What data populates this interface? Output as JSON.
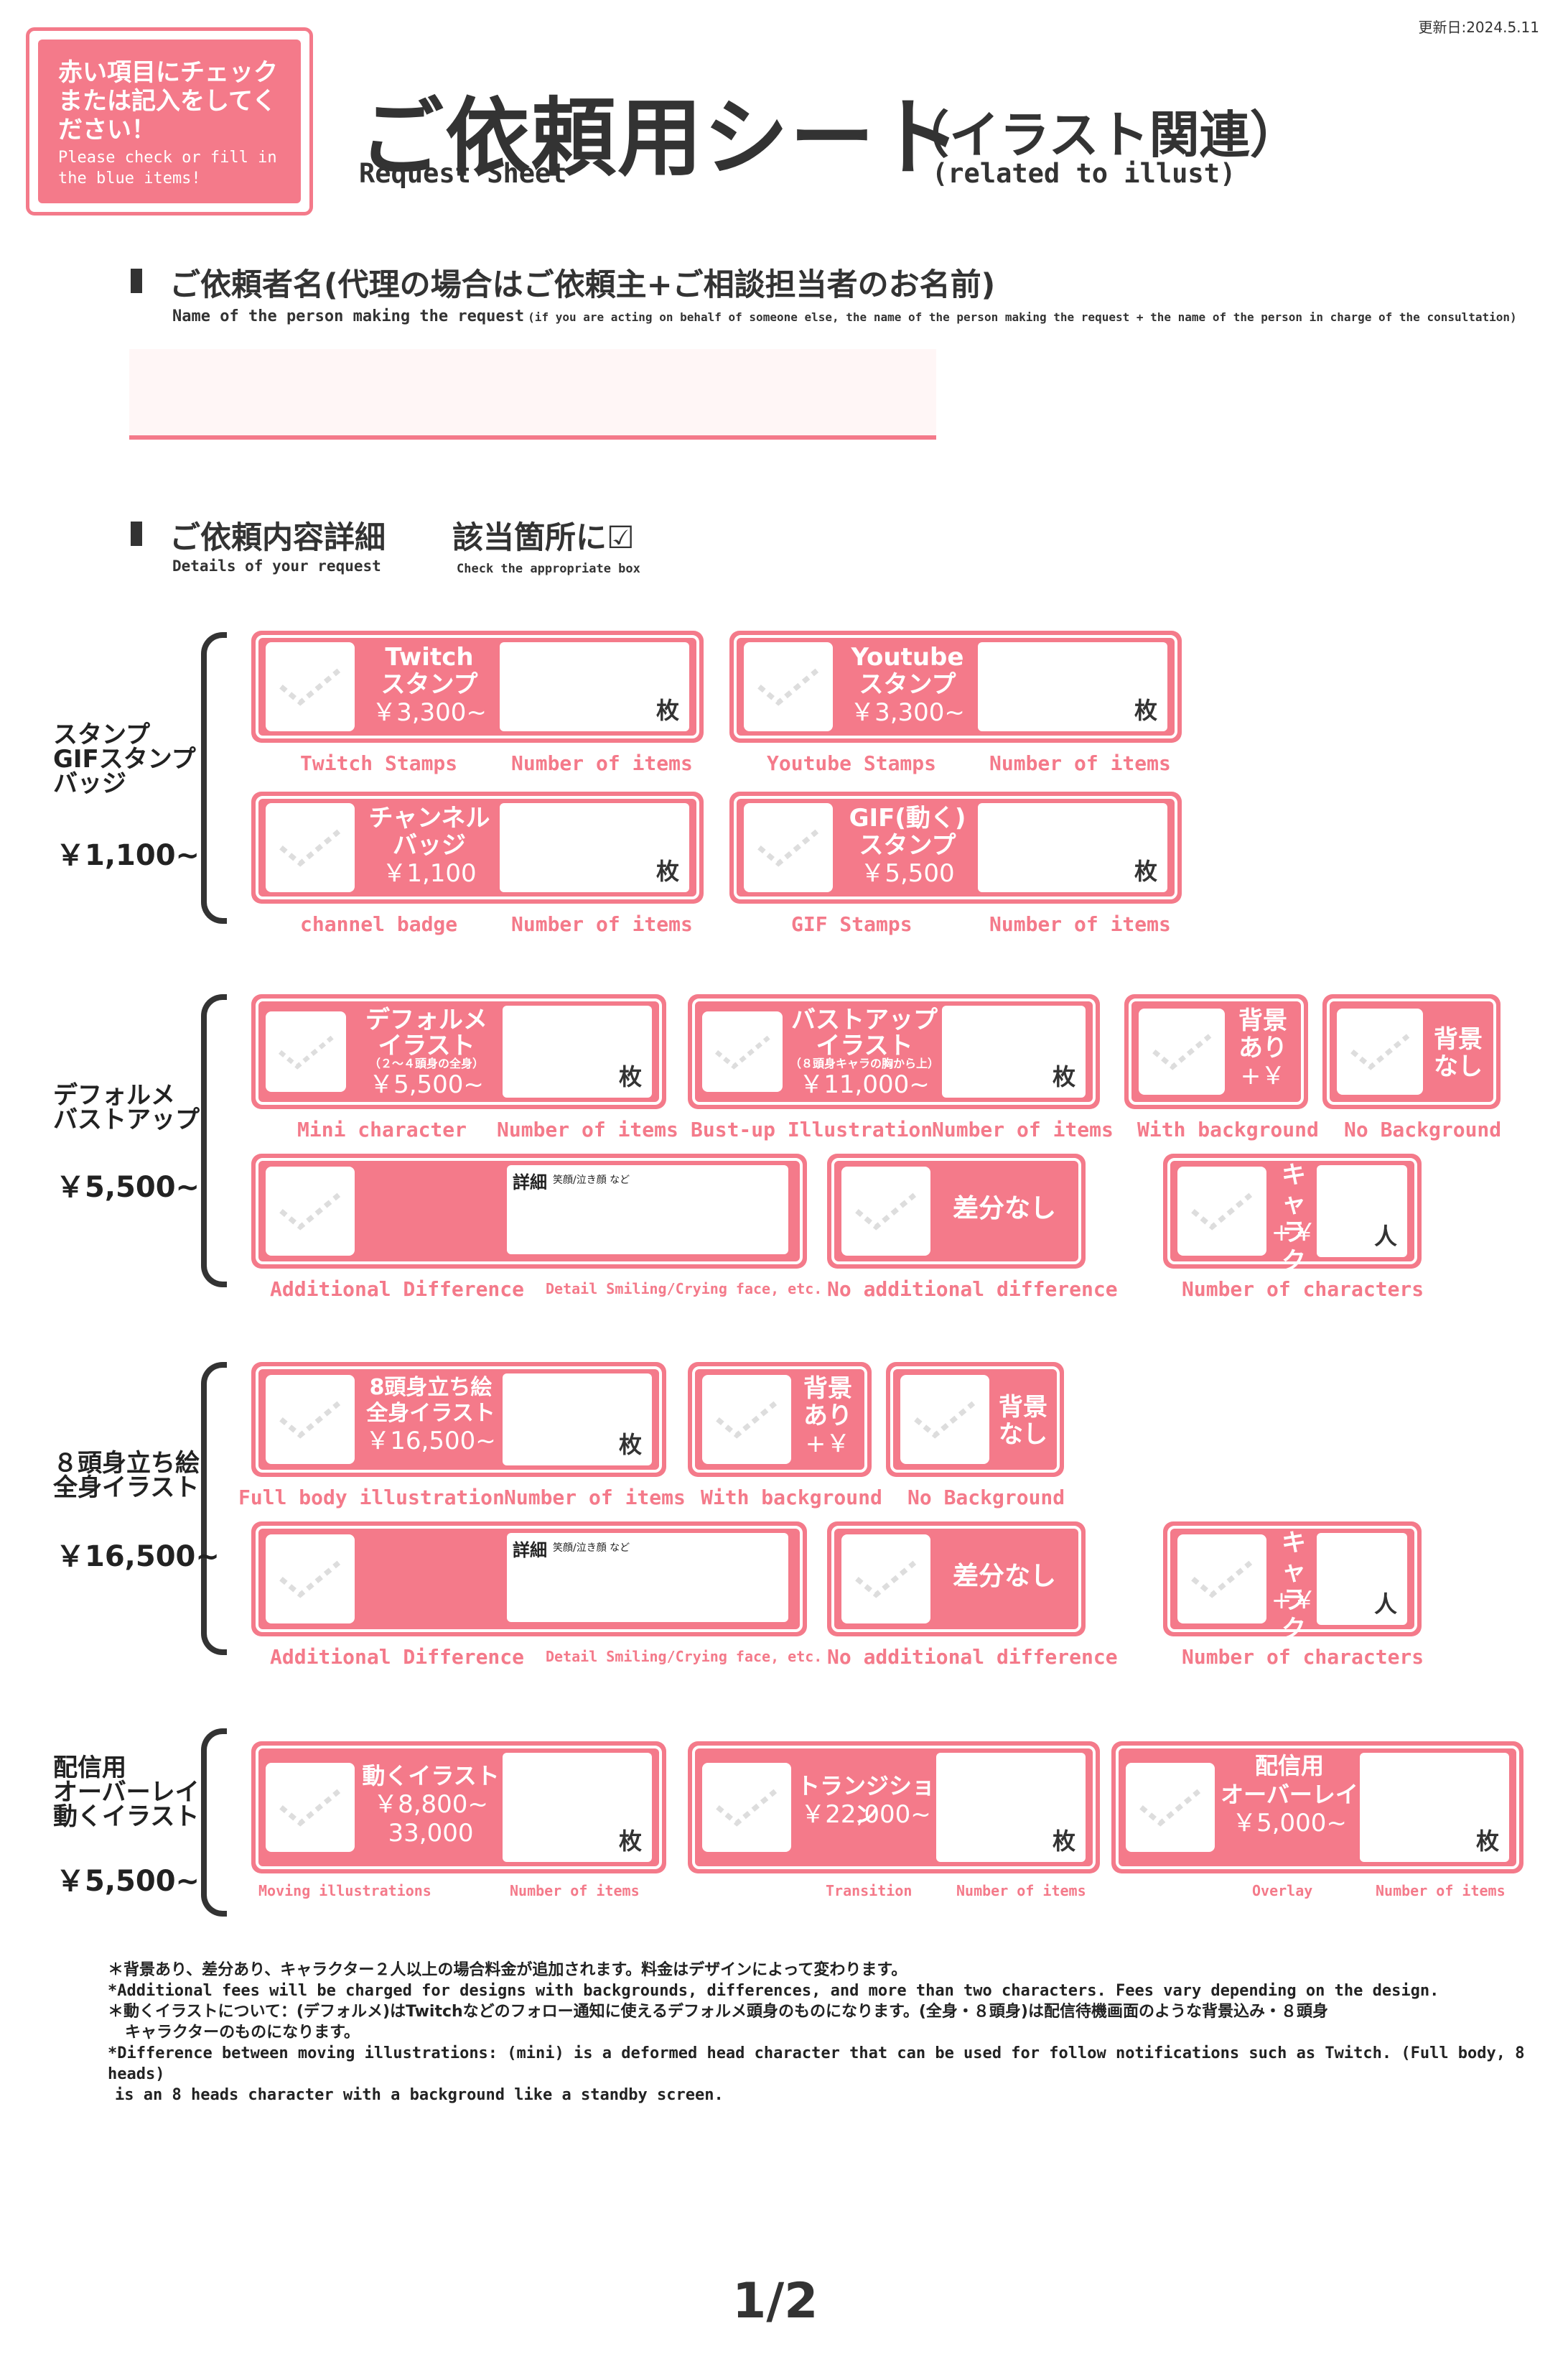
{
  "header": {
    "notice_jp": "赤い項目にチェックまたは記入をしてください！",
    "notice_en": "Please check or fill in the blue items!",
    "title": "ご依頼用シート",
    "title_sub": "（イラスト関連）",
    "title_en": "Request Sheet",
    "title_sub_en": "(related to illust)",
    "updated": "更新日:2024.5.11"
  },
  "name_section": {
    "heading_jp": "ご依頼者名(代理の場合はご依頼主+ご相談担当者のお名前)",
    "heading_en_bold": "Name of the person making the request",
    "heading_en_note": "(if you are acting on behalf of someone else, the name of the person making the request + the name of the person in charge of the consultation)"
  },
  "details_section": {
    "heading_jp": "ご依頼内容詳細",
    "heading_en": "Details of your request",
    "check_jp": "該当箇所に☑",
    "check_en": "Check the appropriate box"
  },
  "categories": [
    {
      "label": "スタンプ\nGIFスタンプ\nバッジ",
      "price": "￥1,100~"
    },
    {
      "label": "デフォルメ\nバストアップ",
      "price": "￥5,500~"
    },
    {
      "label": "８頭身立ち絵\n全身イラスト",
      "price": "￥16,500~"
    },
    {
      "label": "配信用\nオーバーレイ\n動くイラスト",
      "price": "￥5,500~"
    }
  ],
  "stamps": {
    "twitch": {
      "title": "Twitch\nスタンプ",
      "price": "￥3,300~",
      "unit": "枚",
      "cap": "Twitch Stamps",
      "cap2": "Number of items"
    },
    "youtube": {
      "title": "Youtube\nスタンプ",
      "price": "￥3,300~",
      "unit": "枚",
      "cap": "Youtube Stamps",
      "cap2": "Number of items"
    },
    "badge": {
      "title": "チャンネル\nバッジ",
      "price": "￥1,100",
      "unit": "枚",
      "cap": "channel badge",
      "cap2": "Number of items"
    },
    "gif": {
      "title": "GIF(動く)\nスタンプ",
      "price": "￥5,500",
      "unit": "枚",
      "cap": "GIF Stamps",
      "cap2": "Number of items"
    }
  },
  "deform": {
    "mini": {
      "title": "デフォルメ\nイラスト",
      "note": "（２〜４頭身の全身）",
      "price": "￥5,500~",
      "unit": "枚",
      "cap": "Mini character",
      "cap2": "Number of items"
    },
    "bust": {
      "title": "バストアップ\nイラスト",
      "note": "（８頭身キャラの胸から上）",
      "price": "￥11,000~",
      "unit": "枚",
      "cap": "Bust-up Illustration",
      "cap2": "Number of items"
    },
    "bg_yes": {
      "title": "背景\nあり",
      "price": "+￥",
      "cap": "With background"
    },
    "bg_no": {
      "title": "背景\nなし",
      "cap": "No Background"
    },
    "diff_yes": {
      "title": "差分あり",
      "price": "+￥",
      "cap": "Additional Difference",
      "detail_label": "詳細",
      "detail_note": "笑顔/泣き顔 など",
      "detail_cap": "Detail Smiling/Crying face, etc."
    },
    "diff_no": {
      "title": "差分なし",
      "cap": "No additional difference"
    },
    "chars": {
      "title": "キャラクター\n人数",
      "price": "+￥",
      "unit": "人",
      "cap": "Number of characters"
    }
  },
  "full": {
    "full": {
      "title": "8頭身立ち絵\n全身イラスト",
      "price": "￥16,500~",
      "unit": "枚",
      "cap": "Full body illustration",
      "cap2": "Number of items"
    },
    "bg_yes": {
      "title": "背景\nあり",
      "price": "+￥",
      "cap": "With background"
    },
    "bg_no": {
      "title": "背景\nなし",
      "cap": "No Background"
    },
    "diff_yes": {
      "title": "差分あり",
      "price": "+￥",
      "cap": "Additional Difference",
      "detail_label": "詳細",
      "detail_note": "笑顔/泣き顔 など",
      "detail_cap": "Detail Smiling/Crying face, etc."
    },
    "diff_no": {
      "title": "差分なし",
      "cap": "No additional difference"
    },
    "chars": {
      "title": "キャラクター\n人数",
      "price": "+￥",
      "unit": "人",
      "cap": "Number of characters"
    }
  },
  "overlay": {
    "moving": {
      "title": "動くイラスト",
      "price": "￥8,800~\n33,000",
      "unit": "枚",
      "cap": "Moving illustrations",
      "cap2": "Number of items"
    },
    "transition": {
      "title": "トランジション",
      "price": "￥22,000~",
      "unit": "枚",
      "cap": "Transition",
      "cap2": "Number of items"
    },
    "overlay": {
      "title": "配信用\nオーバーレイ",
      "price": "￥5,000~",
      "unit": "枚",
      "cap": "Overlay",
      "cap2": "Number of items"
    }
  },
  "notes": [
    "＊背景あり、差分あり、キャラクター２人以上の場合料金が追加されます。料金はデザインによって変わります。",
    "*Additional fees will be charged for designs with backgrounds, differences, and more than two characters. Fees vary depending on the design.",
    "＊動くイラストについて：(デフォルメ)はTwitchなどのフォロー通知に使えるデフォルメ頭身のものになります。(全身・８頭身)は配信待機画面のような背景込み・８頭身",
    "キャラクターのものになります。",
    "*Difference between moving illustrations: (mini) is a deformed head character that can be used for follow notifications such as Twitch. (Full body, 8 heads)",
    "is an 8 heads character with a background like a standby screen."
  ],
  "page": "1/2",
  "colors": {
    "accent": "#f47a8a",
    "text": "#333333"
  }
}
